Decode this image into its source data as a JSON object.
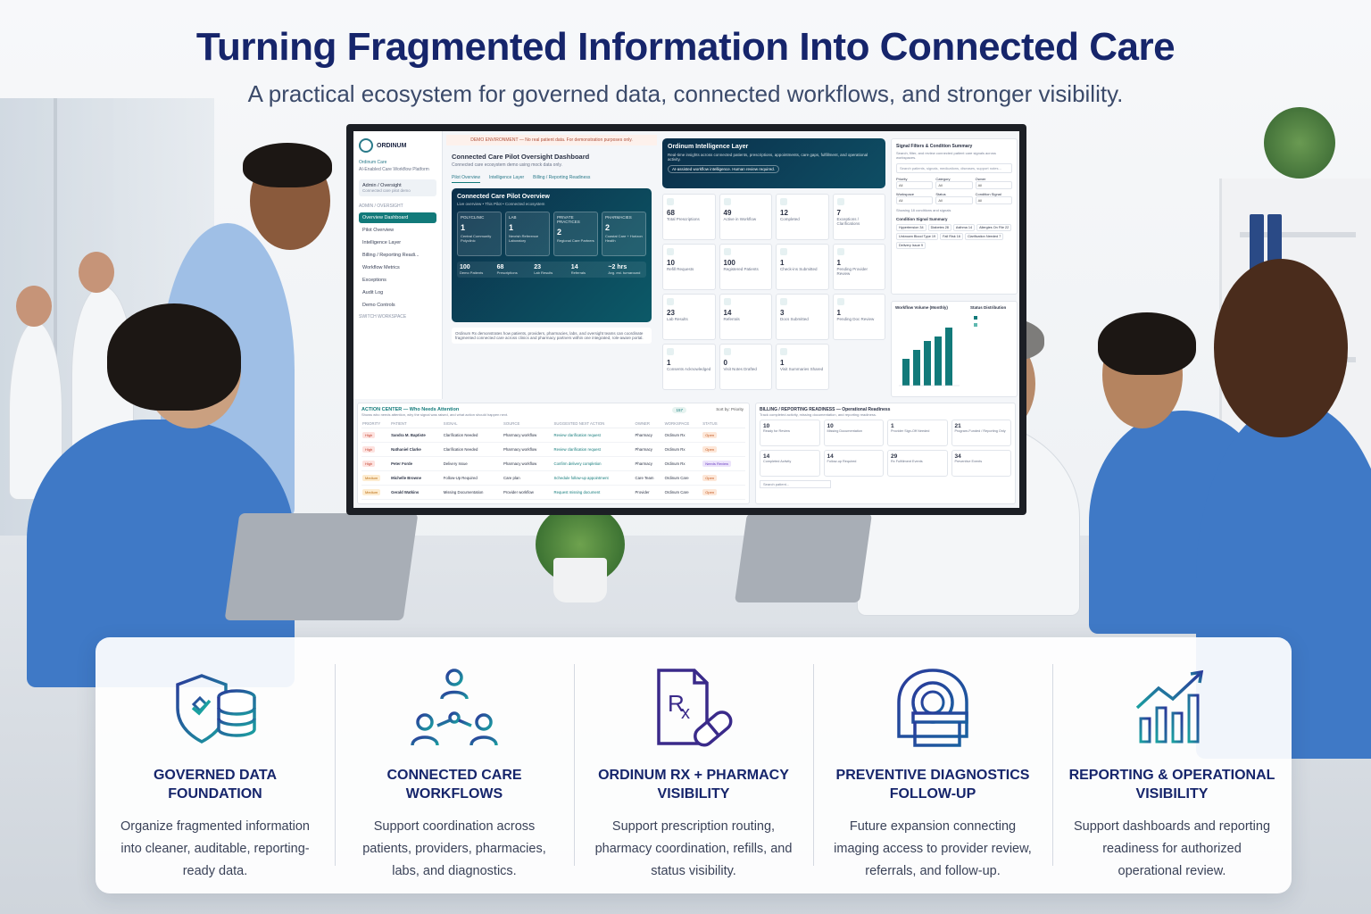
{
  "header": {
    "title": "Turning Fragmented Information Into Connected Care",
    "subtitle": "A practical ecosystem for governed data, connected workflows, and stronger visibility."
  },
  "dashboard": {
    "sidebar": {
      "logo": "ORDINUM",
      "brand_sub": "Ordinum Care",
      "brand_desc": "AI-Enabled Care Workflow Platform",
      "role": "Admin / Oversight",
      "role_sub": "Connected care pilot demo",
      "section": "ADMIN / OVERSIGHT",
      "items": [
        {
          "label": "Overview Dashboard",
          "active": true
        },
        {
          "label": "Pilot Overview"
        },
        {
          "label": "Intelligence Layer"
        },
        {
          "label": "Billing / Reporting Readi..."
        },
        {
          "label": "Workflow Metrics"
        },
        {
          "label": "Exceptions"
        },
        {
          "label": "Audit Log"
        },
        {
          "label": "Demo Controls"
        }
      ],
      "section2": "SWITCH WORKSPACE"
    },
    "demo_banner": "DEMO ENVIRONMENT — No real patient data. For demonstration purposes only.",
    "title": "Connected Care Pilot Oversight Dashboard",
    "subtitle": "Connected care ecosystem demo using mock data only.",
    "tabs": [
      "Pilot Overview",
      "Intelligence Layer",
      "Billing / Reporting Readiness"
    ],
    "overview": {
      "title": "Connected Care Pilot Overview",
      "sub": "Live overview • This Pilot • Connected ecosystem",
      "cards": [
        {
          "k": "POLYCLINIC",
          "v": "1",
          "d": "Central Community Polyclinic"
        },
        {
          "k": "LAB",
          "v": "1",
          "d": "Nevrish Reference Laboratory"
        },
        {
          "k": "PRIVATE PRACTICES",
          "v": "2",
          "d": "Regional Care Partners"
        },
        {
          "k": "PHARMACIES",
          "v": "2",
          "d": "Coastal Care + Horizon Health"
        }
      ],
      "stats": [
        {
          "v": "100",
          "k": "Demo Patients"
        },
        {
          "v": "68",
          "k": "Prescriptions"
        },
        {
          "v": "23",
          "k": "Lab Results"
        },
        {
          "v": "14",
          "k": "Referrals"
        },
        {
          "v": "~2 hrs",
          "k": "Avg. est. turnaround"
        }
      ]
    },
    "note": "Ordinum Rx demonstrates how patients, providers, pharmacies, labs, and oversight teams can coordinate fragmented connected care across clinics and pharmacy partners within one integrated, role-aware portal.",
    "intel": {
      "title": "Ordinum Intelligence Layer",
      "desc": "Real-time insights across connected patients, prescriptions, appointments, care gaps, fulfillment, and operational activity.",
      "chip": "AI-assisted workflow intelligence. Human review required.",
      "tiles": [
        {
          "v": "68",
          "k": "Total Prescriptions"
        },
        {
          "v": "49",
          "k": "Active in Workflow"
        },
        {
          "v": "12",
          "k": "Completed"
        },
        {
          "v": "7",
          "k": "Exceptions / Clarifications"
        },
        {
          "v": "10",
          "k": "Refill Requests"
        },
        {
          "v": "100",
          "k": "Registered Patients"
        },
        {
          "v": "1",
          "k": "Check-ins Submitted"
        },
        {
          "v": "1",
          "k": "Pending Provider Review"
        },
        {
          "v": "23",
          "k": "Lab Results"
        },
        {
          "v": "14",
          "k": "Referrals"
        },
        {
          "v": "3",
          "k": "Docs Submitted"
        },
        {
          "v": "1",
          "k": "Pending Doc Review"
        },
        {
          "v": "1",
          "k": "Consents Acknowledged"
        },
        {
          "v": "0",
          "k": "Visit Notes Drafted"
        },
        {
          "v": "1",
          "k": "Visit Summaries Shared"
        }
      ]
    },
    "filters": {
      "title": "Signal Filters & Condition Summary",
      "desc": "Search, filter, and review connected patient care signals across workspaces.",
      "search": "Search patients, signals, medications, diseases, support notes...",
      "fields": [
        {
          "label": "Priority",
          "value": "All"
        },
        {
          "label": "Category",
          "value": "All"
        },
        {
          "label": "Owner",
          "value": "All"
        },
        {
          "label": "Workspace",
          "value": "All"
        },
        {
          "label": "Status",
          "value": "All"
        },
        {
          "label": "Condition Signal",
          "value": "All"
        }
      ],
      "showing": "Showing 18 conditions and signals",
      "summary_title": "Condition Signal Summary",
      "pills": [
        "Hypertension 34",
        "Diabetes 28",
        "Asthma 14",
        "Allergies On File 22",
        "Unknown Blood Type 19",
        "Fall Risk 16",
        "Clarification Needed 7",
        "Delivery Issue 9"
      ]
    },
    "workflow_chart": {
      "title": "Workflow Volume (Monthly)",
      "legend": "Status Distribution"
    },
    "action_center": {
      "title": "ACTION CENTER — Who Needs Attention",
      "desc": "Shows who needs attention, why the signal was raised, and what action should happen next.",
      "count": "157",
      "sort": "Sort by: Priority",
      "columns": [
        "PRIORITY",
        "PATIENT",
        "SIGNAL",
        "SOURCE",
        "SUGGESTED NEXT ACTION",
        "OWNER",
        "WORKSPACE",
        "STATUS"
      ],
      "rows": [
        {
          "priority": "High",
          "patient": "Sandra M. Baptiste",
          "signal": "Clarification Needed",
          "source": "Pharmacy workflow",
          "next": "Review clarification request",
          "owner": "Pharmacy",
          "workspace": "Ordinum Rx",
          "status": "Open"
        },
        {
          "priority": "High",
          "patient": "Nathaniel Clarke",
          "signal": "Clarification Needed",
          "source": "Pharmacy workflow",
          "next": "Review clarification request",
          "owner": "Pharmacy",
          "workspace": "Ordinum Rx",
          "status": "Open"
        },
        {
          "priority": "High",
          "patient": "Peter Forde",
          "signal": "Delivery Issue",
          "source": "Pharmacy workflow",
          "next": "Confirm delivery completion",
          "owner": "Pharmacy",
          "workspace": "Ordinum Rx",
          "status": "Needs Review"
        },
        {
          "priority": "Medium",
          "patient": "Michelle Browne",
          "signal": "Follow-Up Required",
          "source": "Care plan",
          "next": "Schedule follow-up appointment",
          "owner": "Care Team",
          "workspace": "Ordinum Care",
          "status": "Open"
        },
        {
          "priority": "Medium",
          "patient": "Gerald Watkins",
          "signal": "Missing Documentation",
          "source": "Provider workflow",
          "next": "Request missing document",
          "owner": "Provider",
          "workspace": "Ordinum Care",
          "status": "Open"
        }
      ]
    },
    "billing": {
      "title": "BILLING / REPORTING READINESS — Operational Readiness",
      "desc": "Track completed activity, missing documentation, and reporting readiness.",
      "tiles": [
        {
          "v": "10",
          "k": "Ready for Review"
        },
        {
          "v": "10",
          "k": "Missing Documentation"
        },
        {
          "v": "1",
          "k": "Provider Sign-Off Needed"
        },
        {
          "v": "21",
          "k": "Program-Funded / Reporting Only"
        },
        {
          "v": "14",
          "k": "Completed Activity"
        },
        {
          "v": "14",
          "k": "Follow-up Required"
        },
        {
          "v": "29",
          "k": "Rx Fulfillment Events"
        },
        {
          "v": "34",
          "k": "Preventive Events"
        }
      ],
      "search": "Search patient..."
    }
  },
  "features": [
    {
      "icon": "shield-database-icon",
      "title": "GOVERNED DATA FOUNDATION",
      "desc": "Organize fragmented information into cleaner, auditable, reporting-ready data."
    },
    {
      "icon": "connected-people-icon",
      "title": "CONNECTED CARE WORKFLOWS",
      "desc": "Support coordination across patients, providers, pharmacies, labs, and diagnostics."
    },
    {
      "icon": "rx-pill-icon",
      "title": "ORDINUM RX + PHARMACY VISIBILITY",
      "desc": "Support prescription routing, pharmacy coordination, refills, and status visibility."
    },
    {
      "icon": "mri-scanner-icon",
      "title": "PREVENTIVE DIAGNOSTICS FOLLOW-UP",
      "desc": "Future expansion connecting imaging access to provider review, referrals, and follow-up."
    },
    {
      "icon": "bar-chart-trend-icon",
      "title": "REPORTING & OPERATIONAL VISIBILITY",
      "desc": "Support dashboards and reporting readiness for authorized operational review."
    }
  ],
  "colors": {
    "navy": "#16256b",
    "teal": "#127a7a",
    "purple": "#3a2a8a",
    "icon_gradient_start": "#2a3a9a",
    "icon_gradient_end": "#1aa0a0"
  }
}
